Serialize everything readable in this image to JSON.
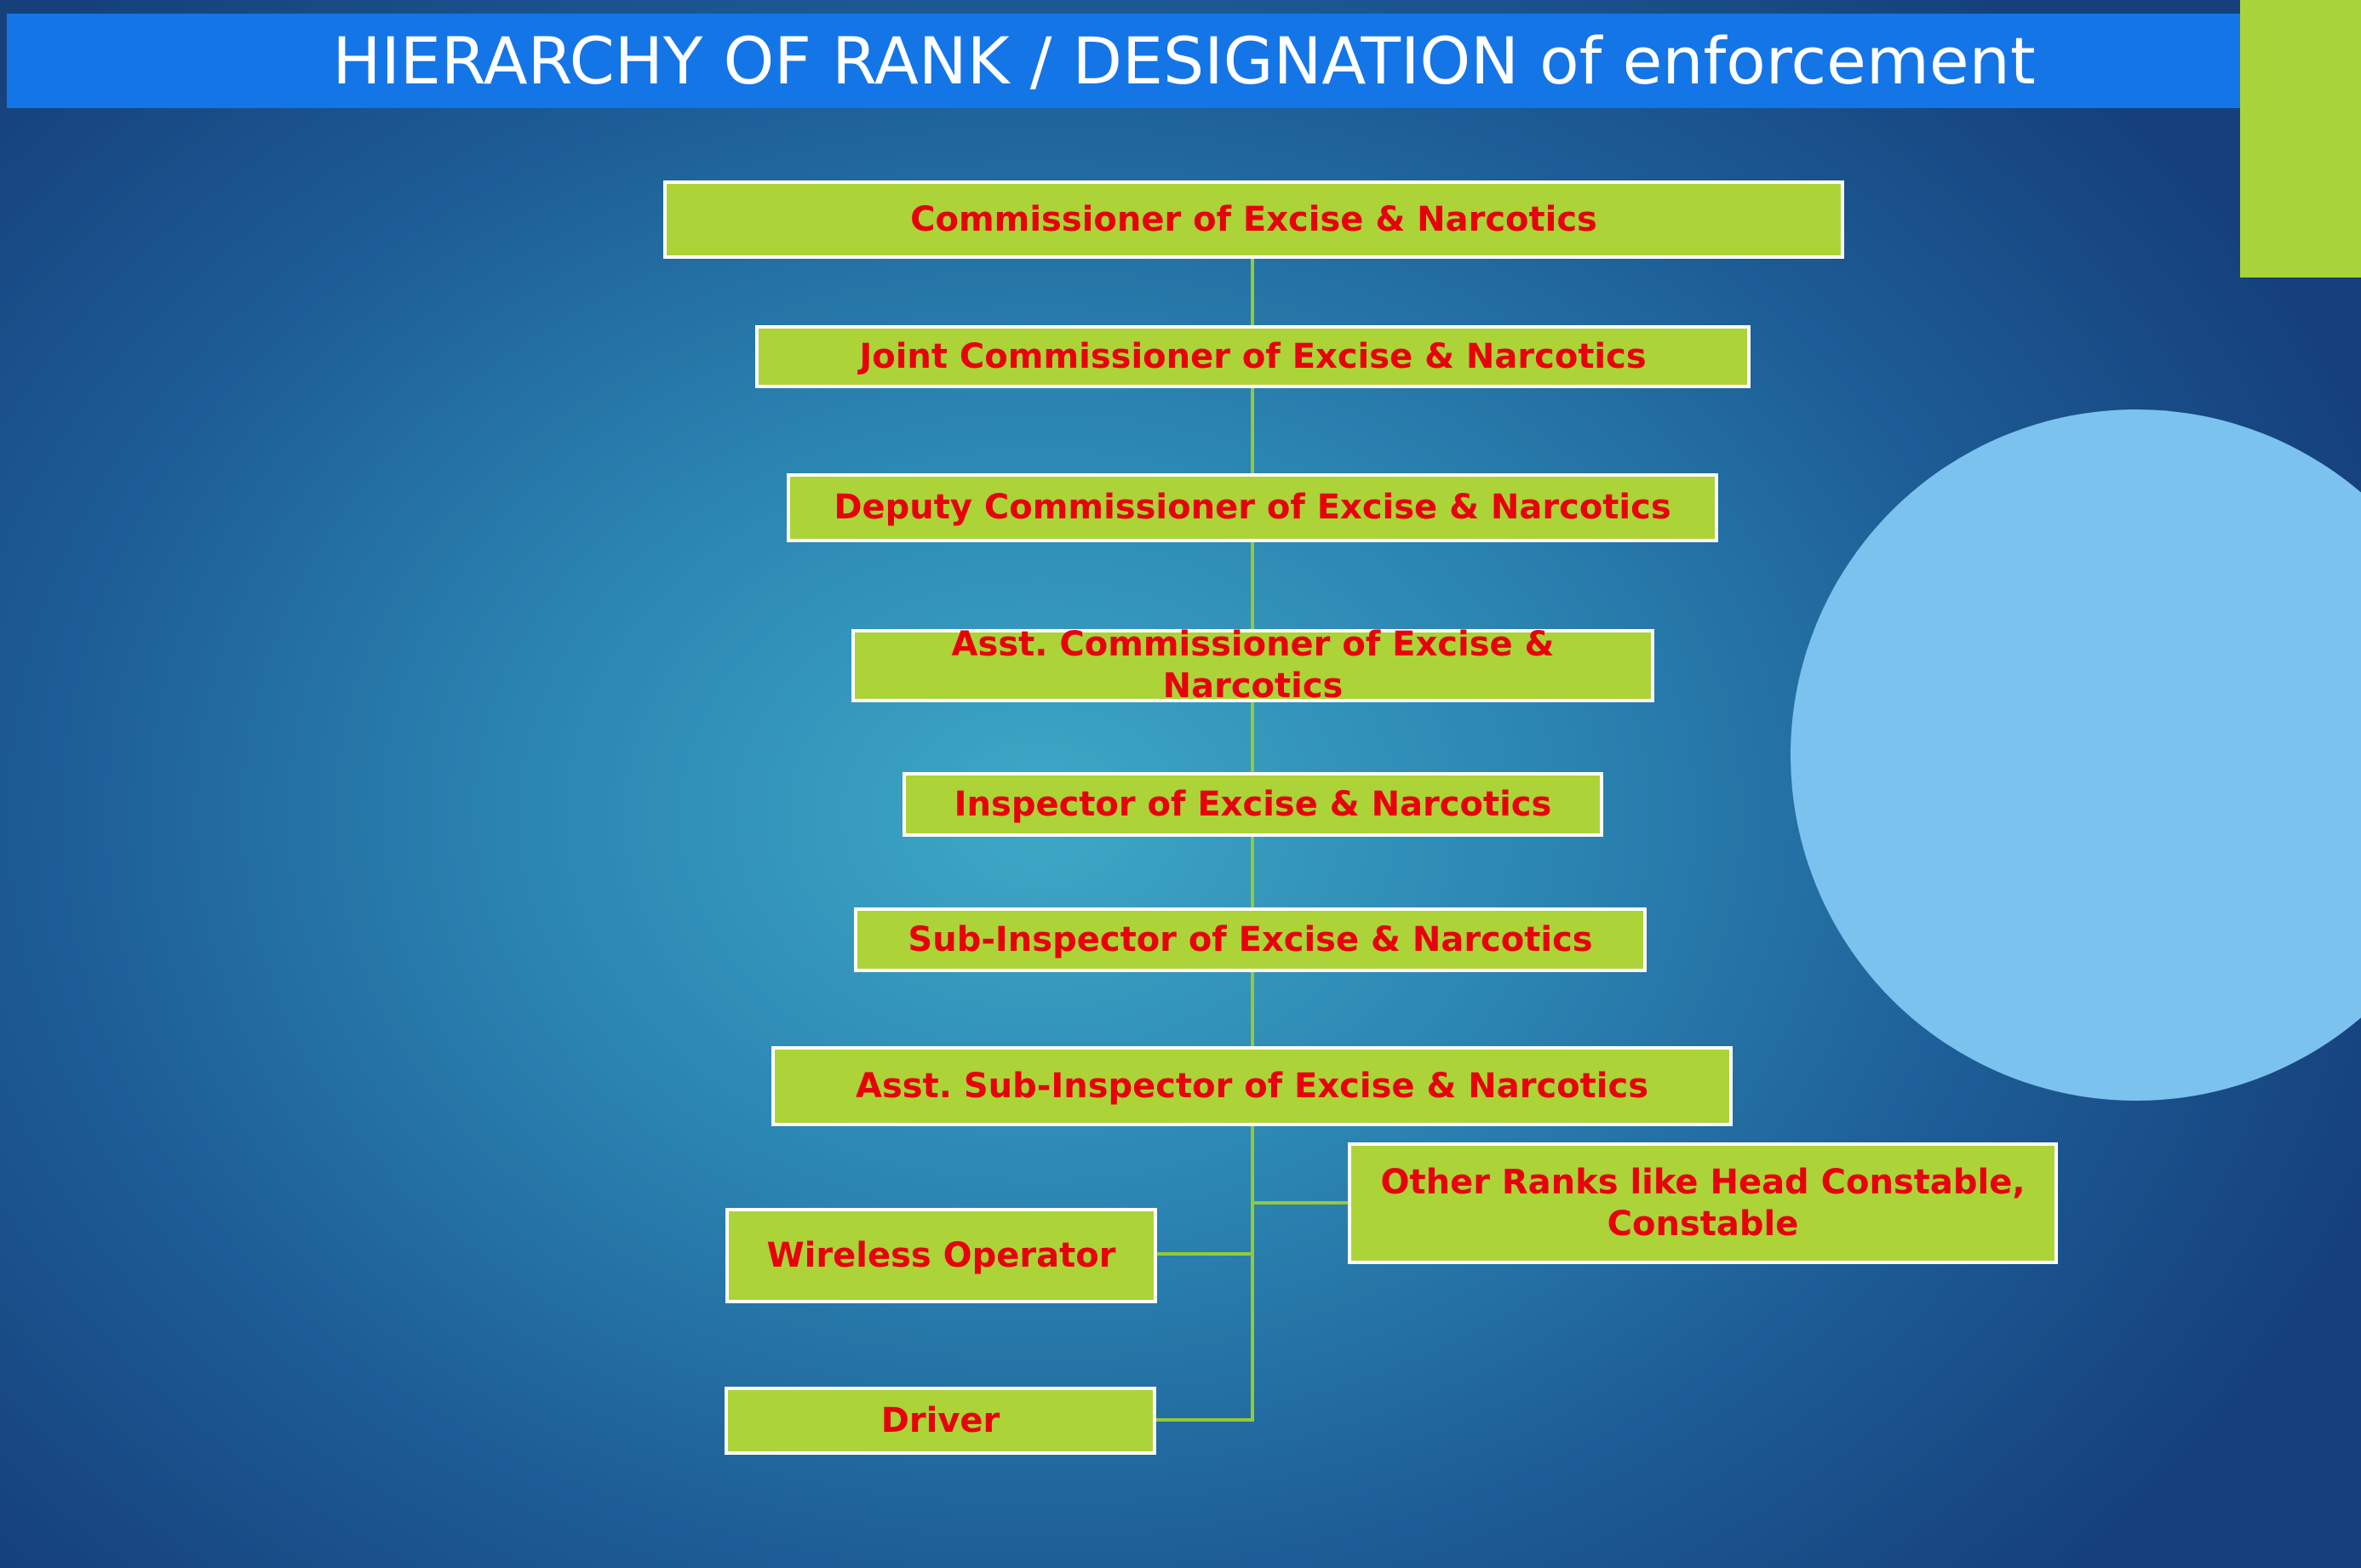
{
  "title": "HIERARCHY OF RANK / DESIGNATION of enforcement",
  "colors": {
    "title_bar": "#1475e6",
    "accent_green": "#a9d33a",
    "accent_circle": "#7bc3ee",
    "node_fill": "#acd337",
    "node_text": "#e8000c",
    "connector": "#94c93a"
  },
  "nodes": {
    "commissioner": "Commissioner of Excise & Narcotics",
    "joint_commissioner": "Joint Commissioner of Excise & Narcotics",
    "deputy_commissioner": "Deputy Commissioner of Excise & Narcotics",
    "asst_commissioner": "Asst. Commissioner of Excise & Narcotics",
    "inspector": "Inspector of Excise & Narcotics",
    "sub_inspector": "Sub-Inspector of Excise & Narcotics",
    "asst_sub_inspector": "Asst. Sub-Inspector of Excise & Narcotics",
    "other_ranks": "Other Ranks like Head Constable,\nConstable",
    "wireless_operator": "Wireless Operator",
    "driver": "Driver"
  }
}
